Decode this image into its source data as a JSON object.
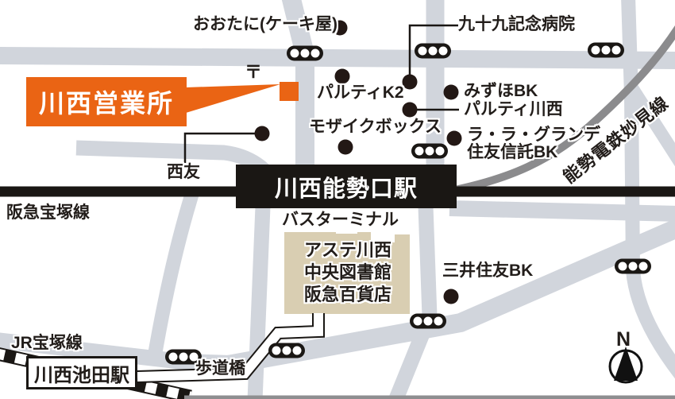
{
  "map": {
    "office_callout": {
      "label": "川西営業所"
    },
    "stations": {
      "noseguchi": "川西能勢口駅",
      "ikeda": "川西池田駅"
    },
    "rail_lines": {
      "nose_myoken": "能勢電鉄妙見線",
      "hankyu_takarazuka": "阪急宝塚線",
      "jr_takarazuka": "JR宝塚線"
    },
    "landmarks": {
      "ootani": "おおたに(ケーキ屋)",
      "tsukumo_hospital": "九十九記念病院",
      "parti_k2": "パルティK2",
      "mizuho_bank": "みずほBK",
      "parti_kawanishi": "パルティ川西",
      "mosaic_box": "モザイクボックス",
      "la_la_grande": "ラ・ラ・グランデ",
      "sumitomo_trust_bank": "住友信託BK",
      "seiyu": "西友",
      "bus_terminal": "バスターミナル",
      "smbc_bank": "三井住友BK",
      "pedestrian_bridge": "歩道橋"
    },
    "building": {
      "line1": "アステ川西",
      "line2": "中央図書館",
      "line3": "阪急百貨店"
    },
    "symbols": {
      "post_office": "〒",
      "compass_north": "N"
    },
    "colors": {
      "accent_orange": "#ea6414",
      "road_gray": "#d1d5dc",
      "rail_gray": "#8b8b8d",
      "line_black": "#1a1714",
      "building_beige": "#d9ceb2",
      "text_dark": "#221d1a"
    }
  }
}
